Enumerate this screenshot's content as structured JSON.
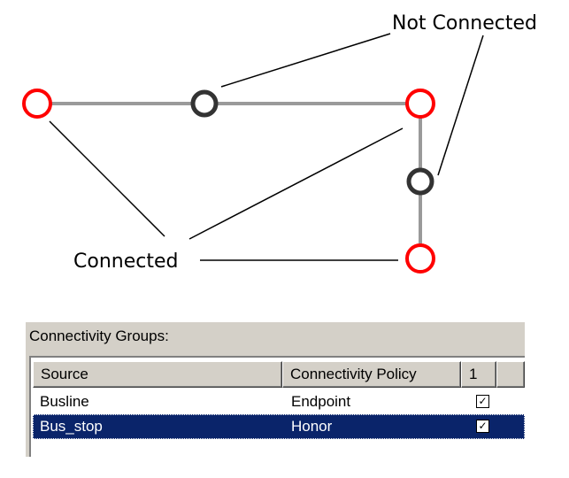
{
  "diagram": {
    "label_not_connected": "Not Connected",
    "label_connected": "Connected",
    "colors": {
      "edge": "#9a9a9a",
      "connected_node": "#ff0000",
      "unconnected_node": "#333333",
      "leader": "#000000"
    }
  },
  "panel": {
    "title": "Connectivity Groups:",
    "columns": [
      "Source",
      "Connectivity Policy",
      "1"
    ],
    "rows": [
      {
        "source": "Busline",
        "policy": "Endpoint",
        "checked": true,
        "selected": false
      },
      {
        "source": "Bus_stop",
        "policy": "Honor",
        "checked": true,
        "selected": true
      }
    ],
    "colors": {
      "selection": "#0a246a",
      "panel": "#d4d0c8"
    }
  }
}
